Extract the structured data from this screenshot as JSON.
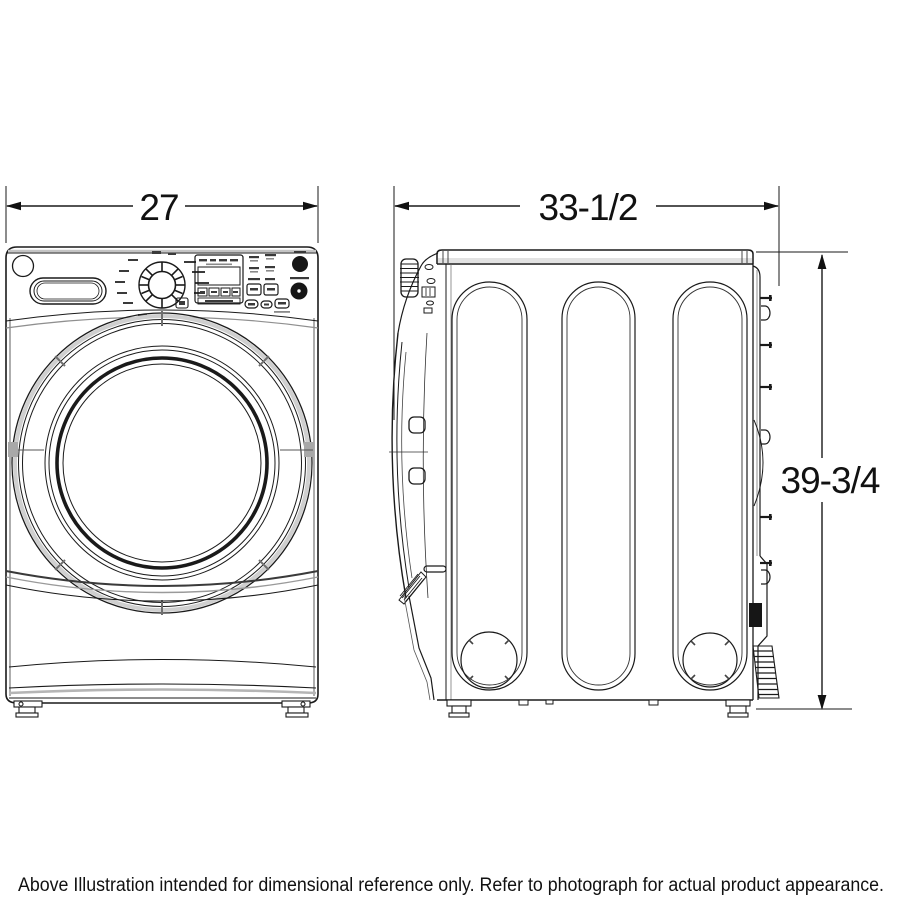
{
  "drawing": {
    "product": "front-load laundry appliance line drawing",
    "views": {
      "left": "front view",
      "right": "side view"
    },
    "dimensions": {
      "width": "27",
      "depth": "33-1/2",
      "height": "39-3/4"
    },
    "caption": "Above Illustration intended for dimensional reference only. Refer to photograph for actual product appearance.",
    "colors": {
      "line": "#1a1a1a",
      "shade": "#bdbdbd",
      "background": "#ffffff"
    }
  }
}
